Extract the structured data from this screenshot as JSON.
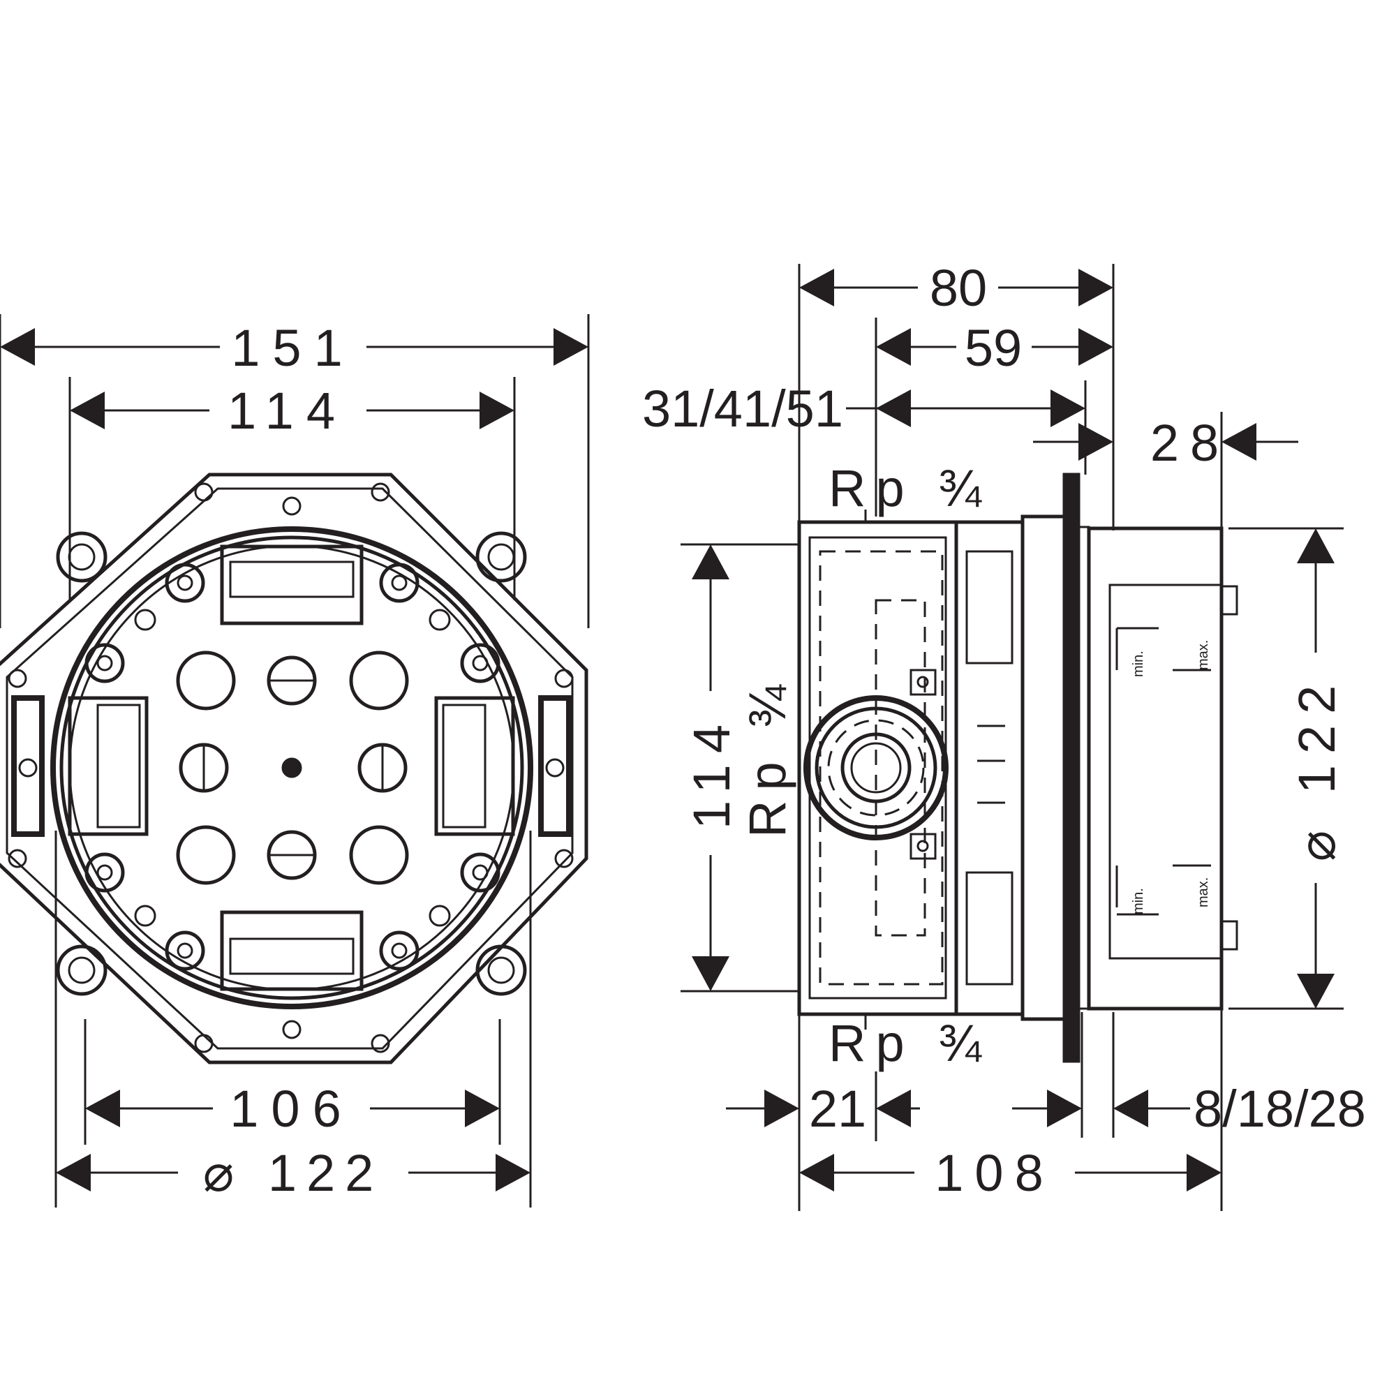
{
  "front_view": {
    "dim_151": "151",
    "dim_114": "114",
    "dim_106": "106",
    "dim_d122": "⌀ 122"
  },
  "side_view": {
    "dim_80": "80",
    "dim_59": "59",
    "dim_31_41_51": "31/41/51",
    "dim_28": "28",
    "dim_114": "114",
    "dim_d122": "⌀ 122",
    "dim_21": "21",
    "dim_8_18_28": "8/18/28",
    "dim_108": "108",
    "thread_top": "Rp ¾",
    "thread_left": "Rp ¾",
    "thread_bottom": "Rp ¾",
    "label_min": "min.",
    "label_max": "max."
  }
}
